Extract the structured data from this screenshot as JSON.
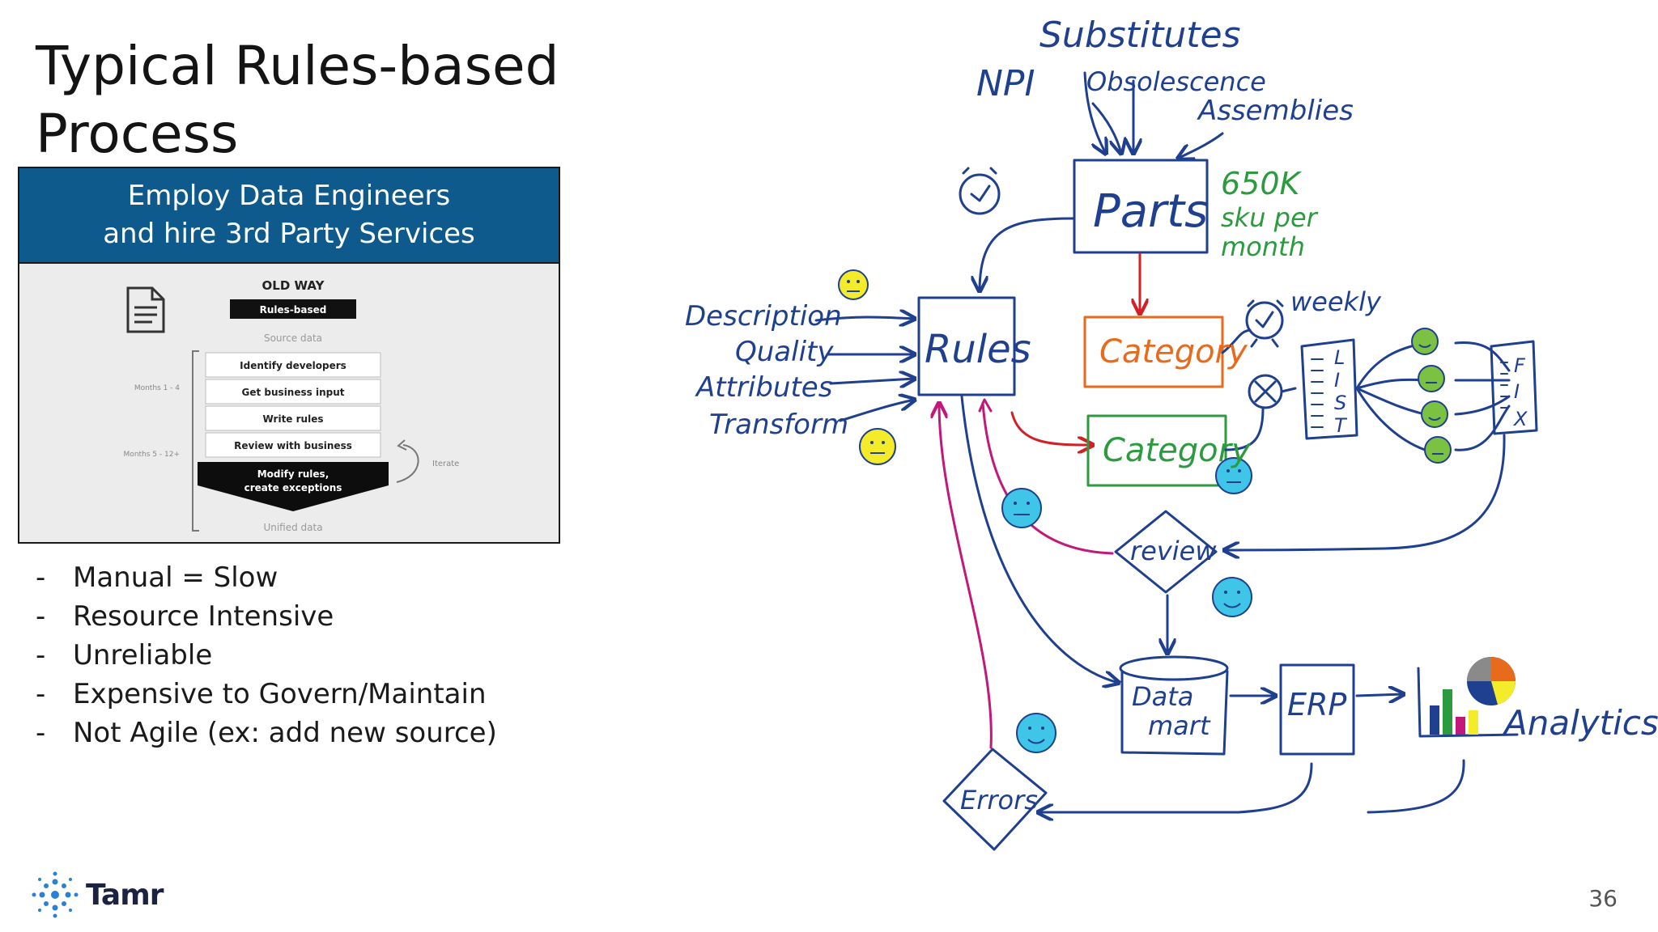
{
  "slide": {
    "title_line1": "Typical Rules-based",
    "title_line2": "Process",
    "page_number": "36"
  },
  "callout": {
    "header_line1": "Employ Data Engineers",
    "header_line2": "and hire 3rd Party Services",
    "old_way": {
      "heading": "OLD WAY",
      "badge": "Rules-based",
      "source_label": "Source data",
      "phase1_label": "Months 1 - 4",
      "phase2_label": "Months 5 - 12+",
      "steps": [
        "Identify developers",
        "Get business input",
        "Write rules",
        "Review with business"
      ],
      "final_step_line1": "Modify rules,",
      "final_step_line2": "create exceptions",
      "iterate_label": "Iterate",
      "output_label": "Unified data"
    }
  },
  "bullets": [
    "Manual = Slow",
    "Resource Intensive",
    "Unreliable",
    "Expensive to Govern/Maintain",
    "Not Agile (ex: add new source)"
  ],
  "bullet_marker": "-",
  "diagram": {
    "labels": {
      "substitutes": "Substitutes",
      "npi": "NPI",
      "obsolescence": "Obsolescence",
      "assemblies": "Assemblies",
      "parts": "Parts",
      "volume_line1": "650K",
      "volume_line2": "sku per",
      "volume_line3": "month",
      "rules": "Rules",
      "description": "Description",
      "quality": "Quality",
      "attributes": "Attributes",
      "transform": "Transform",
      "category_1": "Category",
      "category_2": "Category",
      "weekly": "weekly",
      "list_letters": [
        "L",
        "I",
        "S",
        "T"
      ],
      "fix_letters": [
        "F",
        "I",
        "X"
      ],
      "review": "review",
      "data_mart_line1": "Data",
      "data_mart_line2": "mart",
      "erp": "ERP",
      "analytics": "Analytics",
      "errors": "Errors"
    },
    "colors": {
      "ink_blue": "#1f3f8f",
      "red": "#d32027",
      "orange": "#e86a1c",
      "green": "#2c9a3f",
      "magenta": "#c2187a",
      "face_yellow": "#f4ec2a",
      "face_cyan": "#3fc5e8",
      "face_green": "#7cc242"
    }
  },
  "brand": {
    "name": "Tamr",
    "logo_icon": "tamr-sparkle-icon",
    "color": "#2b7fd4"
  }
}
